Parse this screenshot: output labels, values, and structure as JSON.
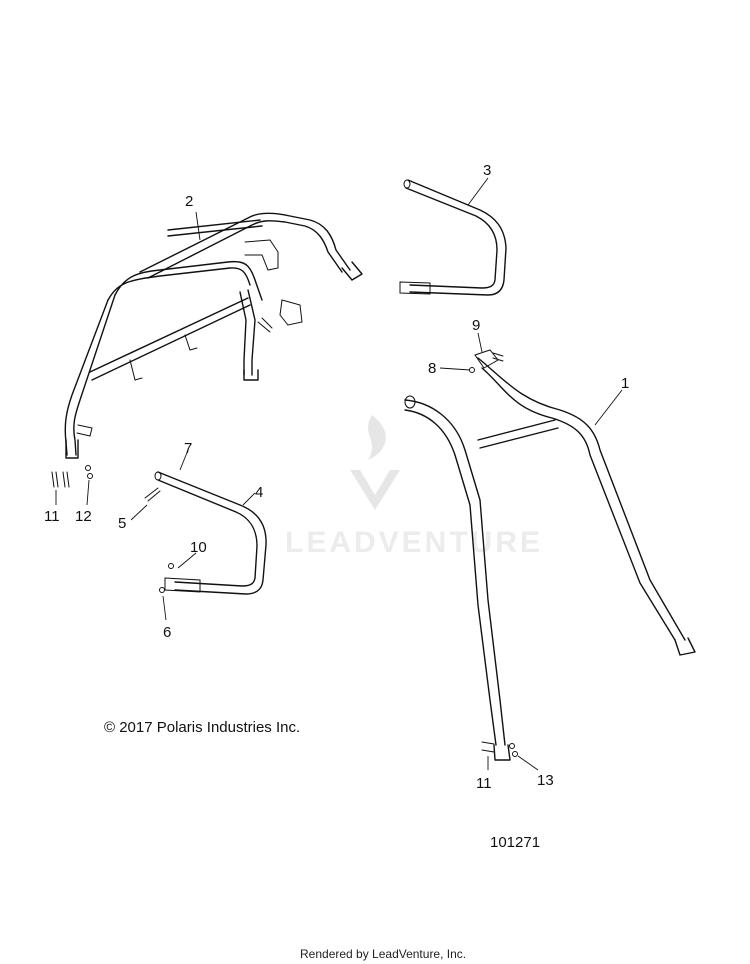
{
  "callouts": {
    "c1": "1",
    "c2": "2",
    "c3": "3",
    "c4": "4",
    "c5": "5",
    "c6": "6",
    "c7": "7",
    "c8": "8",
    "c9": "9",
    "c10": "10",
    "c11a": "11",
    "c11b": "11",
    "c12": "12",
    "c13": "13"
  },
  "copyright": "© 2017 Polaris Industries Inc.",
  "diagram_number": "101271",
  "footer": "Rendered by LeadVenture, Inc.",
  "watermark": "LEADVENTURE"
}
